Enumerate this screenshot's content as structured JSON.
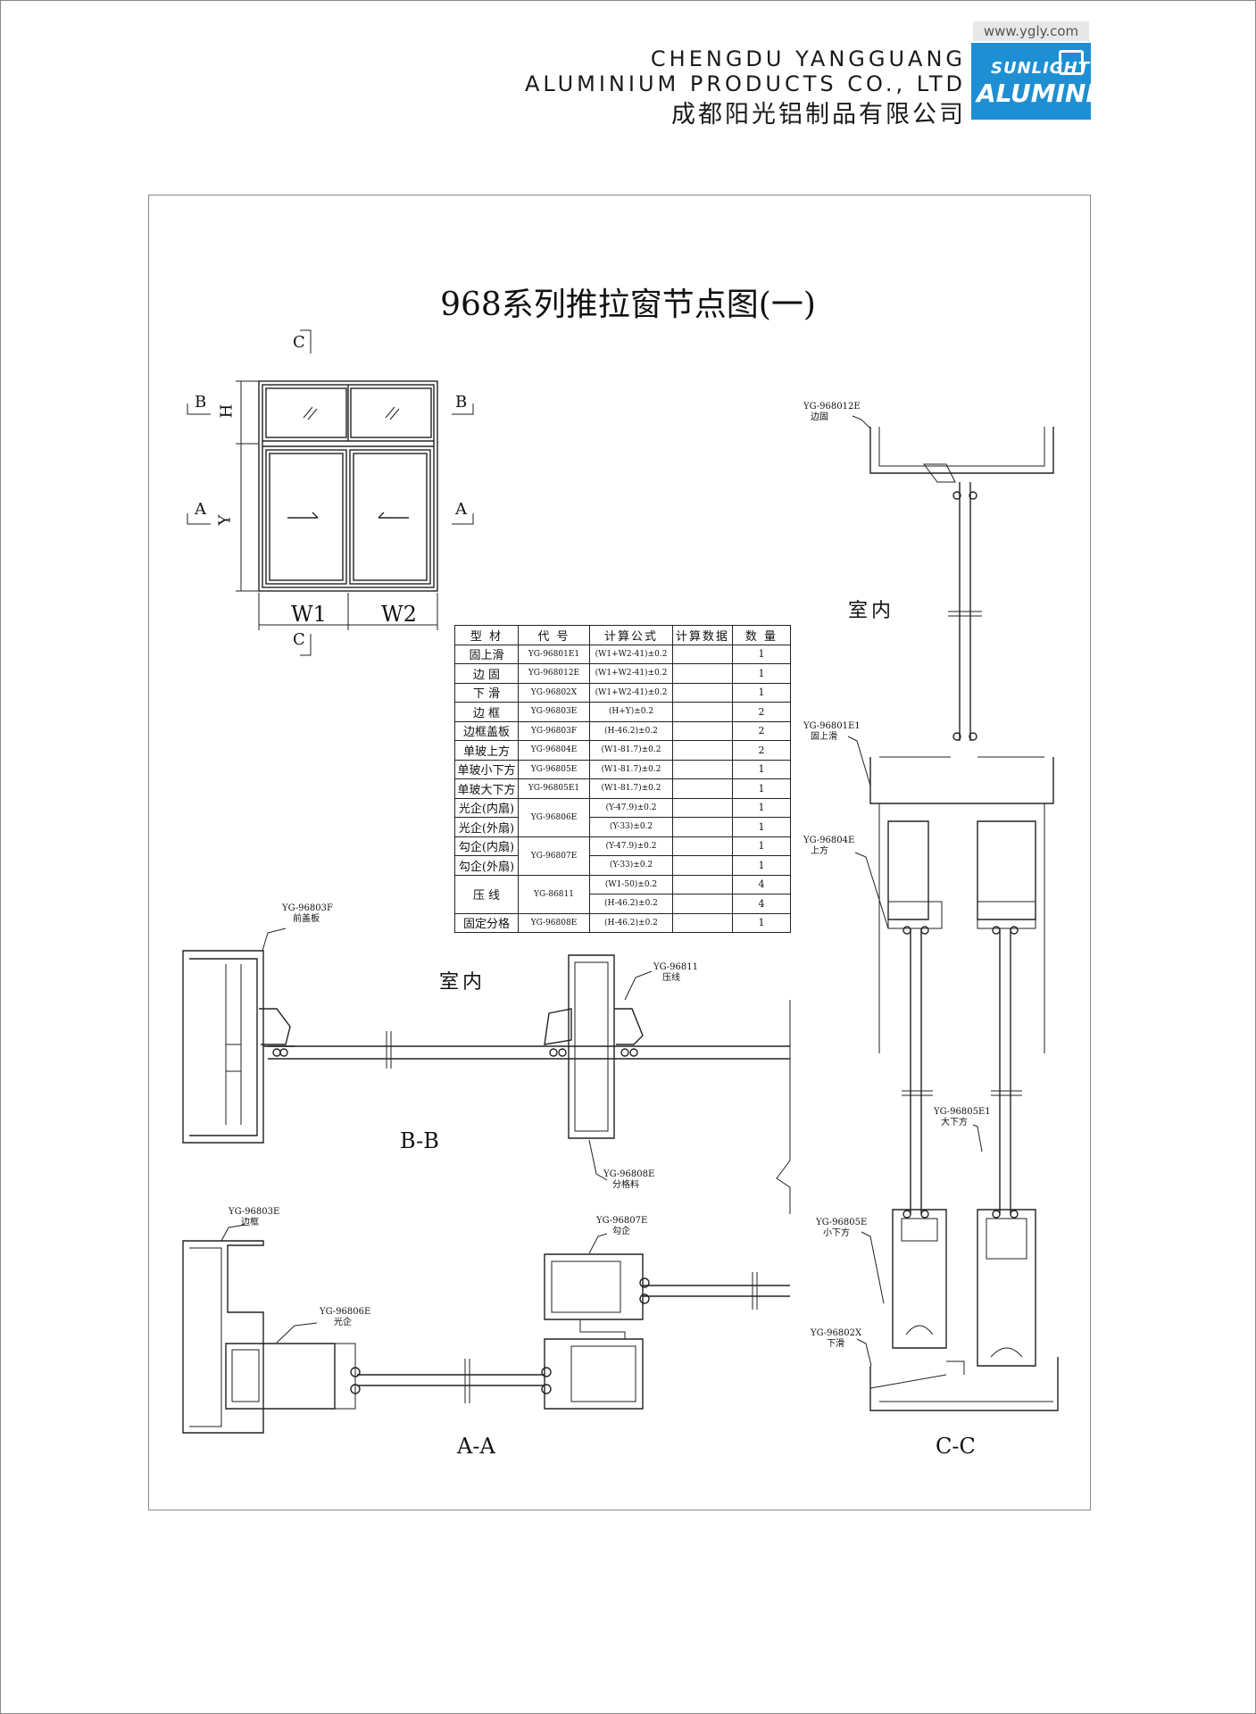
{
  "header": {
    "website": "www.ygly.com",
    "company_en_line1": "CHENGDU YANGGUANG",
    "company_en_line2": "ALUMINIUM PRODUCTS CO., LTD",
    "company_cn": "成都阳光铝制品有限公司",
    "logo_line1": "SUNLIGHT",
    "logo_line2": "ALUMINIUM"
  },
  "title": "968系列推拉窗节点图(一)",
  "elevation": {
    "section_marks": {
      "c_top": "C",
      "c_bottom": "C",
      "b_left": "B",
      "b_right": "B",
      "a_left": "A",
      "a_right": "A"
    },
    "dims": {
      "h": "H",
      "y": "Y",
      "w1": "W1",
      "w2": "W2"
    }
  },
  "table": {
    "headers": [
      "型 材",
      "代 号",
      "计算公式",
      "计算数据",
      "数 量"
    ],
    "rows": [
      {
        "name": "固上滑",
        "code": "YG-96801E1",
        "formula": "(W1+W2-41)±0.2",
        "data": "",
        "qty": "1"
      },
      {
        "name": "边 固",
        "code": "YG-968012E",
        "formula": "(W1+W2-41)±0.2",
        "data": "",
        "qty": "1"
      },
      {
        "name": "下 滑",
        "code": "YG-96802X",
        "formula": "(W1+W2-41)±0.2",
        "data": "",
        "qty": "1"
      },
      {
        "name": "边 框",
        "code": "YG-96803E",
        "formula": "(H+Y)±0.2",
        "data": "",
        "qty": "2"
      },
      {
        "name": "边框盖板",
        "code": "YG-96803F",
        "formula": "(H-46.2)±0.2",
        "data": "",
        "qty": "2"
      },
      {
        "name": "单玻上方",
        "code": "YG-96804E",
        "formula": "(W1-81.7)±0.2",
        "data": "",
        "qty": "2"
      },
      {
        "name": "单玻小下方",
        "code": "YG-96805E",
        "formula": "(W1-81.7)±0.2",
        "data": "",
        "qty": "1"
      },
      {
        "name": "单玻大下方",
        "code": "YG-96805E1",
        "formula": "(W1-81.7)±0.2",
        "data": "",
        "qty": "1"
      },
      {
        "name": "光企(内扇)",
        "code": "YG-96806E",
        "formula": "(Y-47.9)±0.2",
        "data": "",
        "qty": "1"
      },
      {
        "name": "光企(外扇)",
        "code": "",
        "formula": "(Y-33)±0.2",
        "data": "",
        "qty": "1"
      },
      {
        "name": "勾企(内扇)",
        "code": "YG-96807E",
        "formula": "(Y-47.9)±0.2",
        "data": "",
        "qty": "1"
      },
      {
        "name": "勾企(外扇)",
        "code": "",
        "formula": "(Y-33)±0.2",
        "data": "",
        "qty": "1"
      },
      {
        "name": "压 线",
        "code": "YG-86811",
        "formula": "(W1-50)±0.2",
        "data": "",
        "qty": "4"
      },
      {
        "name": "",
        "code": "",
        "formula": "(H-46.2)±0.2",
        "data": "",
        "qty": "4"
      },
      {
        "name": "固定分格",
        "code": "YG-96808E",
        "formula": "(H-46.2)±0.2",
        "data": "",
        "qty": "1"
      }
    ]
  },
  "sections": {
    "bb_label": "B-B",
    "aa_label": "A-A",
    "cc_label": "C-C",
    "indoor_bb": "室内",
    "indoor_cc": "室内"
  },
  "callouts": {
    "bb_cover_code": "YG-96803F",
    "bb_cover_name": "前盖板",
    "bb_bead_code": "YG-96811",
    "bb_bead_name": "压线",
    "bb_mullion_code": "YG-96808E",
    "bb_mullion_name": "分格料",
    "aa_frame_code": "YG-96803E",
    "aa_frame_name": "边框",
    "aa_plain_code": "YG-96806E",
    "aa_plain_name": "光企",
    "aa_hook_code": "YG-96807E",
    "aa_hook_name": "勾企",
    "cc_edge_code": "YG-968012E",
    "cc_edge_name": "边固",
    "cc_fixtop_code": "YG-96801E1",
    "cc_fixtop_name": "固上滑",
    "cc_top_code": "YG-96804E",
    "cc_top_name": "上方",
    "cc_bigbottom_code": "YG-96805E1",
    "cc_bigbottom_name": "大下方",
    "cc_smallbottom_code": "YG-96805E",
    "cc_smallbottom_name": "小下方",
    "cc_sill_code": "YG-96802X",
    "cc_sill_name": "下滑"
  }
}
